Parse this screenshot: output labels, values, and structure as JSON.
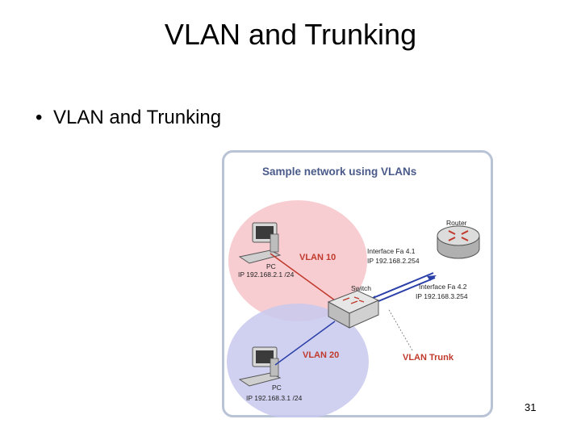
{
  "slide": {
    "title": "VLAN and Trunking",
    "bullet": "VLAN and Trunking",
    "page_number": "31"
  },
  "diagram": {
    "title": "Sample network using VLANs",
    "router_label": "Router",
    "switch_label": "Switch",
    "vlan10": {
      "label": "VLAN 10",
      "color": "#f4bcc2"
    },
    "vlan20": {
      "label": "VLAN 20",
      "color": "#c8c9ee"
    },
    "pc1": {
      "label": "PC",
      "ip": "IP 192.168.2.1 /24"
    },
    "pc2": {
      "label": "PC",
      "ip": "IP 192.168.3.1 /24"
    },
    "iface1": {
      "name": "Interface Fa 4.1",
      "ip": "IP 192.168.2.254"
    },
    "iface2": {
      "name": "Interface Fa 4.2",
      "ip": "IP 192.168.3.254"
    },
    "trunk_label": "VLAN Trunk",
    "colors": {
      "title": "#4a5a8a",
      "vlan_label": "#c0392b",
      "link_red": "#c0392b",
      "link_blue": "#2b3fa8",
      "border": "#b9c3d6"
    }
  }
}
